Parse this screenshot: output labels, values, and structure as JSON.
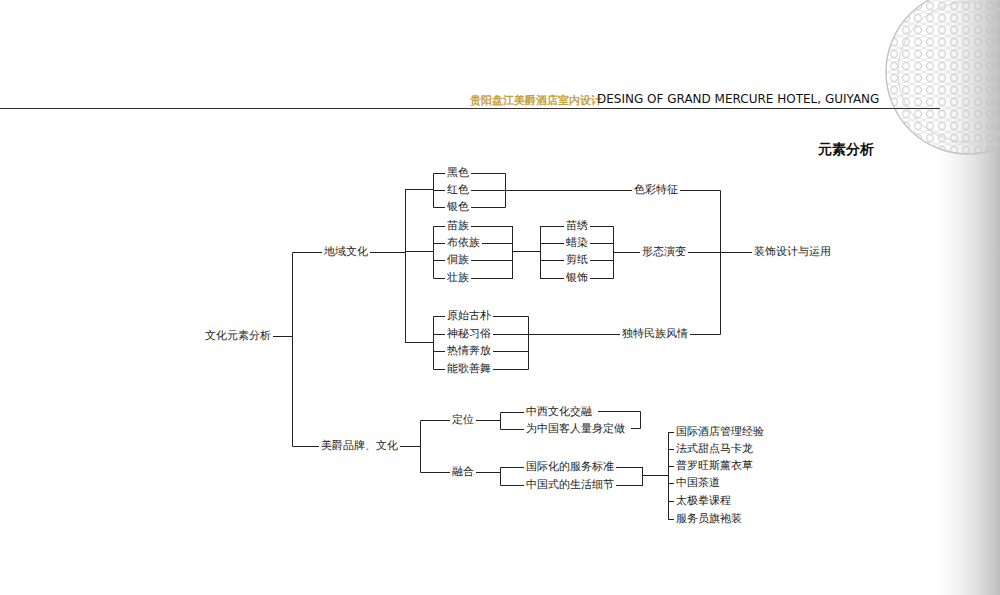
{
  "diagram": {
    "title": "元素分析",
    "nodes": [
      {
        "text": [
          "文化元素分析"
        ]
      },
      {
        "text": [
          "地域文化"
        ]
      },
      {
        "text": [
          "黑色"
        ]
      },
      {
        "text": [
          "红色"
        ]
      },
      {
        "text": [
          "银色"
        ]
      },
      {
        "text": [
          "色彩特征"
        ]
      },
      {
        "text": [
          "苗族"
        ]
      },
      {
        "text": [
          "布依族"
        ]
      },
      {
        "text": [
          "侗族"
        ]
      },
      {
        "text": [
          "壮族"
        ]
      },
      {
        "text": [
          "苗绣"
        ]
      },
      {
        "text": [
          "蜡染"
        ]
      },
      {
        "text": [
          "剪纸"
        ]
      },
      {
        "text": [
          "银饰"
        ]
      },
      {
        "text": [
          "形态演变"
        ]
      },
      {
        "text": [
          "原始古朴"
        ]
      },
      {
        "text": [
          "神秘习俗"
        ]
      },
      {
        "text": [
          "热情奔放"
        ]
      },
      {
        "text": [
          "能歌善舞"
        ]
      },
      {
        "text": [
          "独特民族风情"
        ]
      },
      {
        "text": [
          "装饰设计与运用"
        ]
      },
      {
        "text": [
          "美爵品牌、文化"
        ]
      },
      {
        "text": [
          "定位"
        ]
      },
      {
        "text": [
          "中西文化交融"
        ]
      },
      {
        "text": [
          "为中国客人量身定做"
        ]
      },
      {
        "text": [
          "融合"
        ]
      },
      {
        "text": [
          "国际化的服务标准"
        ]
      },
      {
        "text": [
          "中国式的生活细节"
        ]
      },
      {
        "text": [
          "国际酒店管理经验"
        ]
      },
      {
        "text": [
          "法式甜点马卡龙"
        ]
      },
      {
        "text": [
          "普罗旺斯薰衣草"
        ]
      },
      {
        "text": [
          "中国茶道"
        ]
      },
      {
        "text": [
          "太极拳课程"
        ]
      },
      {
        "text": [
          "服务员旗袍装"
        ]
      }
    ],
    "edges": [
      {
        "from": 0,
        "to": 1,
        "arrow": "none"
      },
      {
        "from": 0,
        "to": 21,
        "arrow": "none"
      },
      {
        "from": 1,
        "to": 2,
        "arrow": "none"
      },
      {
        "from": 1,
        "to": 3,
        "arrow": "none"
      },
      {
        "from": 1,
        "to": 4,
        "arrow": "none"
      },
      {
        "from": 1,
        "to": 6,
        "arrow": "none"
      },
      {
        "from": 1,
        "to": 7,
        "arrow": "none"
      },
      {
        "from": 1,
        "to": 8,
        "arrow": "none"
      },
      {
        "from": 1,
        "to": 9,
        "arrow": "none"
      },
      {
        "from": 1,
        "to": 15,
        "arrow": "none"
      },
      {
        "from": 1,
        "to": 16,
        "arrow": "none"
      },
      {
        "from": 1,
        "to": 17,
        "arrow": "none"
      },
      {
        "from": 1,
        "to": 18,
        "arrow": "none"
      },
      {
        "from": 2,
        "to": 5,
        "arrow": "none"
      },
      {
        "from": 3,
        "to": 5,
        "arrow": "none"
      },
      {
        "from": 4,
        "to": 5,
        "arrow": "none"
      },
      {
        "from": 6,
        "to": 10,
        "arrow": "none"
      },
      {
        "from": 6,
        "to": 11,
        "arrow": "none"
      },
      {
        "from": 6,
        "to": 12,
        "arrow": "none"
      },
      {
        "from": 6,
        "to": 13,
        "arrow": "none"
      },
      {
        "from": 7,
        "to": 10,
        "arrow": "none"
      },
      {
        "from": 7,
        "to": 11,
        "arrow": "none"
      },
      {
        "from": 7,
        "to": 12,
        "arrow": "none"
      },
      {
        "from": 7,
        "to": 13,
        "arrow": "none"
      },
      {
        "from": 8,
        "to": 10,
        "arrow": "none"
      },
      {
        "from": 8,
        "to": 11,
        "arrow": "none"
      },
      {
        "from": 8,
        "to": 12,
        "arrow": "none"
      },
      {
        "from": 8,
        "to": 13,
        "arrow": "none"
      },
      {
        "from": 9,
        "to": 10,
        "arrow": "none"
      },
      {
        "from": 9,
        "to": 11,
        "arrow": "none"
      },
      {
        "from": 9,
        "to": 12,
        "arrow": "none"
      },
      {
        "from": 9,
        "to": 13,
        "arrow": "none"
      },
      {
        "from": 10,
        "to": 14,
        "arrow": "none"
      },
      {
        "from": 11,
        "to": 14,
        "arrow": "none"
      },
      {
        "from": 12,
        "to": 14,
        "arrow": "none"
      },
      {
        "from": 13,
        "to": 14,
        "arrow": "none"
      },
      {
        "from": 15,
        "to": 19,
        "arrow": "none"
      },
      {
        "from": 16,
        "to": 19,
        "arrow": "none"
      },
      {
        "from": 17,
        "to": 19,
        "arrow": "none"
      },
      {
        "from": 18,
        "to": 19,
        "arrow": "none"
      },
      {
        "from": 5,
        "to": 20,
        "arrow": "none"
      },
      {
        "from": 14,
        "to": 20,
        "arrow": "none"
      },
      {
        "from": 19,
        "to": 20,
        "arrow": "none"
      },
      {
        "from": 21,
        "to": 22,
        "arrow": "none"
      },
      {
        "from": 21,
        "to": 25,
        "arrow": "none"
      },
      {
        "from": 22,
        "to": 23,
        "arrow": "none"
      },
      {
        "from": 22,
        "to": 24,
        "arrow": "none"
      },
      {
        "from": 25,
        "to": 26,
        "arrow": "none"
      },
      {
        "from": 25,
        "to": 27,
        "arrow": "none"
      },
      {
        "from": 26,
        "to": 28,
        "arrow": "none"
      },
      {
        "from": 26,
        "to": 29,
        "arrow": "none"
      },
      {
        "from": 26,
        "to": 30,
        "arrow": "none"
      },
      {
        "from": 26,
        "to": 31,
        "arrow": "none"
      },
      {
        "from": 26,
        "to": 32,
        "arrow": "none"
      },
      {
        "from": 26,
        "to": 33,
        "arrow": "none"
      },
      {
        "from": 27,
        "to": 28,
        "arrow": "none"
      },
      {
        "from": 27,
        "to": 29,
        "arrow": "none"
      },
      {
        "from": 27,
        "to": 30,
        "arrow": "none"
      },
      {
        "from": 27,
        "to": 31,
        "arrow": "none"
      },
      {
        "from": 27,
        "to": 32,
        "arrow": "none"
      },
      {
        "from": 27,
        "to": 33,
        "arrow": "none"
      }
    ],
    "labels": [
      "贵阳盘江美爵酒店室内设计",
      "DESING OF GRAND MERCURE HOTEL, GUIYANG"
    ]
  }
}
